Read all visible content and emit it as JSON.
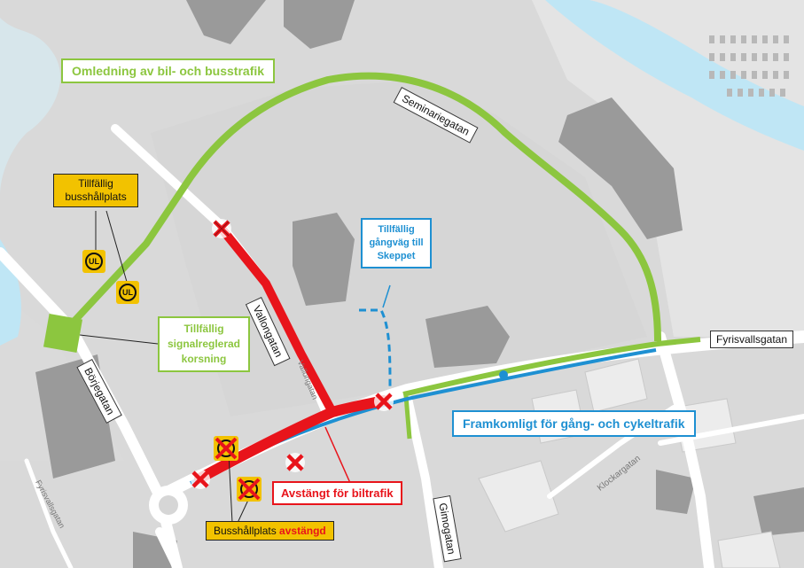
{
  "labels": {
    "detour": "Omledning av bil- och busstrafik",
    "temp_stop": "Tillfällig busshållplats",
    "temp_footpath": "Tillfällig gångväg till Skeppet",
    "temp_signal": "Tillfällig signalreglerad korsning",
    "passable": "Framkomligt för gång- och cykeltrafik",
    "closed_traffic": "Avstängt för biltrafik",
    "stop_closed_prefix": "Busshållplats ",
    "stop_closed_accent": "avstängd"
  },
  "streets": {
    "seminariegatan": "Seminariegatan",
    "vallongatan": "Vallongatan",
    "fyrisvallsgatan": "Fyrisvallsgatan",
    "borjegatan": "Börjegatan",
    "gimogatan": "Gimogatan",
    "klockargatan": "Klockargatan",
    "fyrisvallsgatan_small": "Fyrisvallsgatan",
    "vallongatan_faint": "Vallongatan"
  },
  "bus_logo": "UL",
  "colors": {
    "detour_green": "#8cc63f",
    "closed_red": "#e8141b",
    "path_blue": "#1e90d2",
    "stop_yellow": "#f2c200"
  }
}
